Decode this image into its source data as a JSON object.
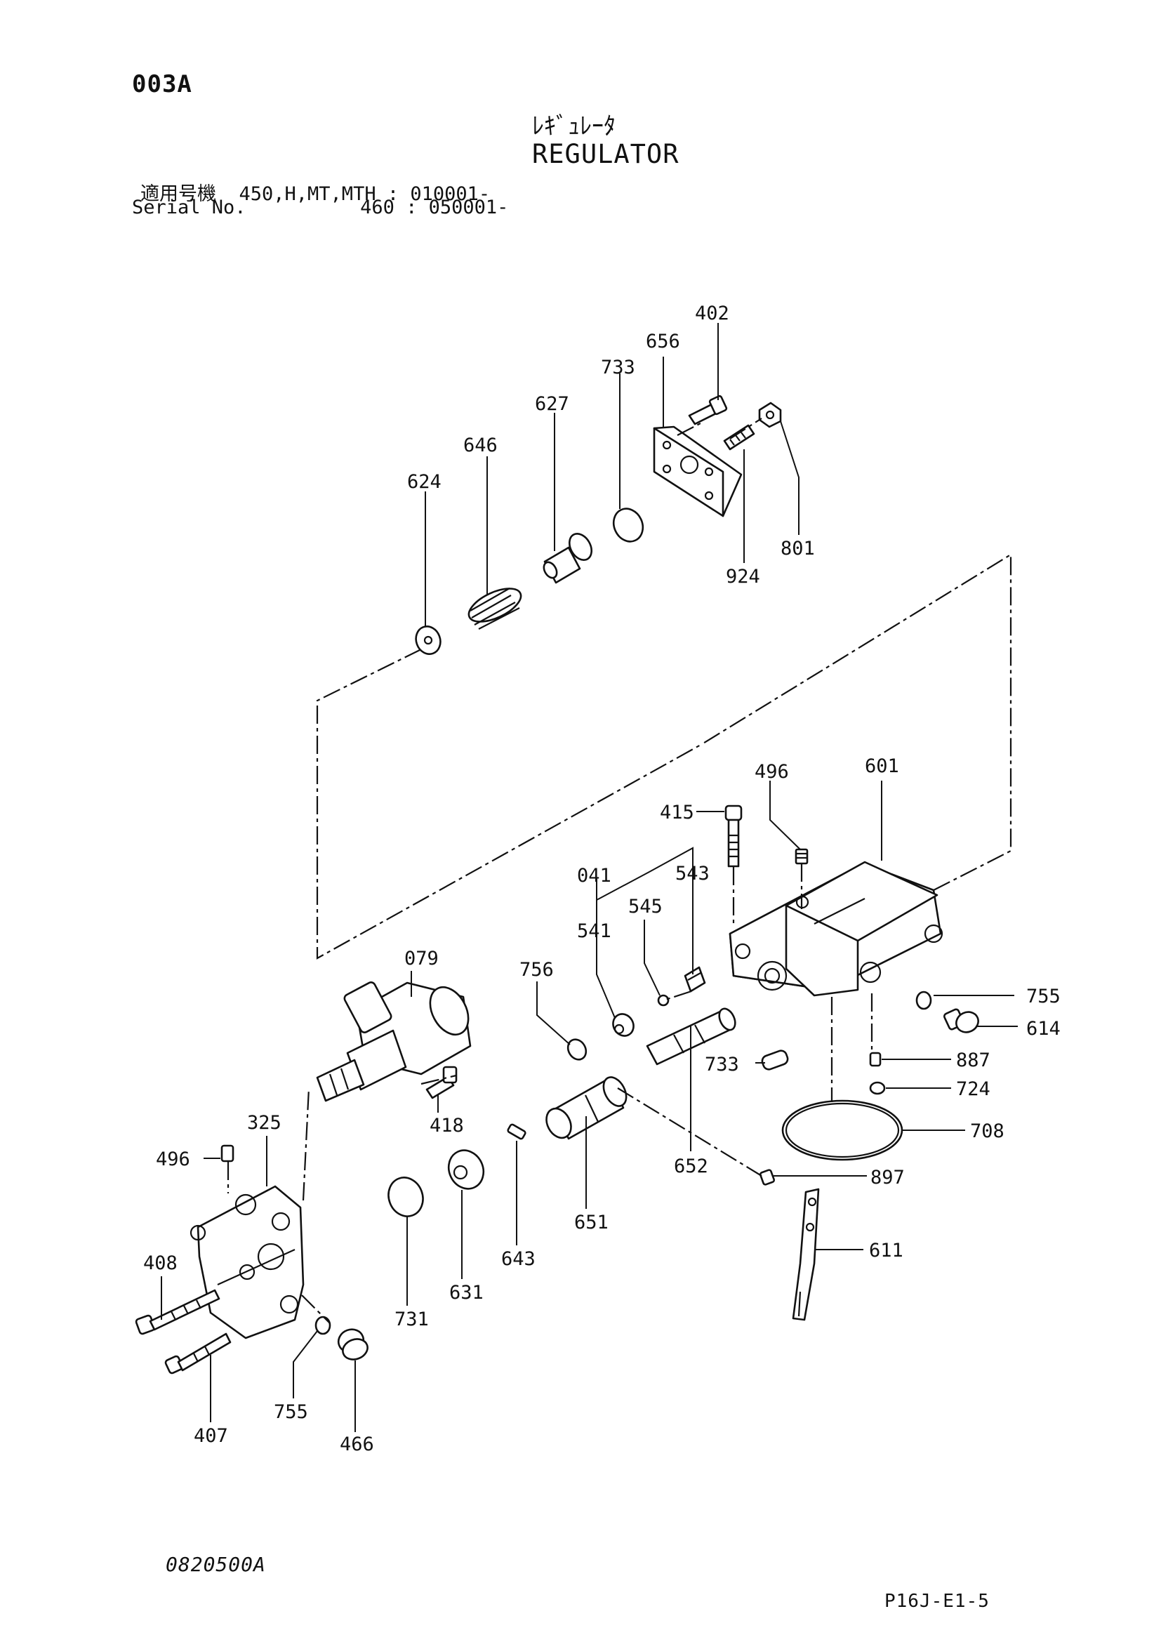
{
  "header": {
    "page_code": "003A",
    "title_jp": "ﾚｷﾞｭﾚｰﾀ",
    "title_en": "REGULATOR",
    "serial_line_1": "適用号機  450,H,MT,MTH : 010001-",
    "serial_line_2": "Serial No.          460 : 050001-"
  },
  "callouts": [
    {
      "id": "c402",
      "label": "402"
    },
    {
      "id": "c656",
      "label": "656"
    },
    {
      "id": "c733a",
      "label": "733"
    },
    {
      "id": "c627",
      "label": "627"
    },
    {
      "id": "c646",
      "label": "646"
    },
    {
      "id": "c624",
      "label": "624"
    },
    {
      "id": "c801",
      "label": "801"
    },
    {
      "id": "c924",
      "label": "924"
    },
    {
      "id": "c496a",
      "label": "496"
    },
    {
      "id": "c601",
      "label": "601"
    },
    {
      "id": "c415",
      "label": "415"
    },
    {
      "id": "c041",
      "label": "041"
    },
    {
      "id": "c543",
      "label": "543"
    },
    {
      "id": "c545",
      "label": "545"
    },
    {
      "id": "c541",
      "label": "541"
    },
    {
      "id": "c756",
      "label": "756"
    },
    {
      "id": "c079",
      "label": "079"
    },
    {
      "id": "c755a",
      "label": "755"
    },
    {
      "id": "c614",
      "label": "614"
    },
    {
      "id": "c733b",
      "label": "733"
    },
    {
      "id": "c887",
      "label": "887"
    },
    {
      "id": "c724",
      "label": "724"
    },
    {
      "id": "c708",
      "label": "708"
    },
    {
      "id": "c418",
      "label": "418"
    },
    {
      "id": "c325",
      "label": "325"
    },
    {
      "id": "c496b",
      "label": "496"
    },
    {
      "id": "c652",
      "label": "652"
    },
    {
      "id": "c897",
      "label": "897"
    },
    {
      "id": "c651",
      "label": "651"
    },
    {
      "id": "c611",
      "label": "611"
    },
    {
      "id": "c408",
      "label": "408"
    },
    {
      "id": "c643",
      "label": "643"
    },
    {
      "id": "c631",
      "label": "631"
    },
    {
      "id": "c731",
      "label": "731"
    },
    {
      "id": "c755b",
      "label": "755"
    },
    {
      "id": "c407",
      "label": "407"
    },
    {
      "id": "c466",
      "label": "466"
    }
  ],
  "footer": {
    "drawing_code": "0820500A",
    "page_ref": "P16J-E1-5"
  }
}
